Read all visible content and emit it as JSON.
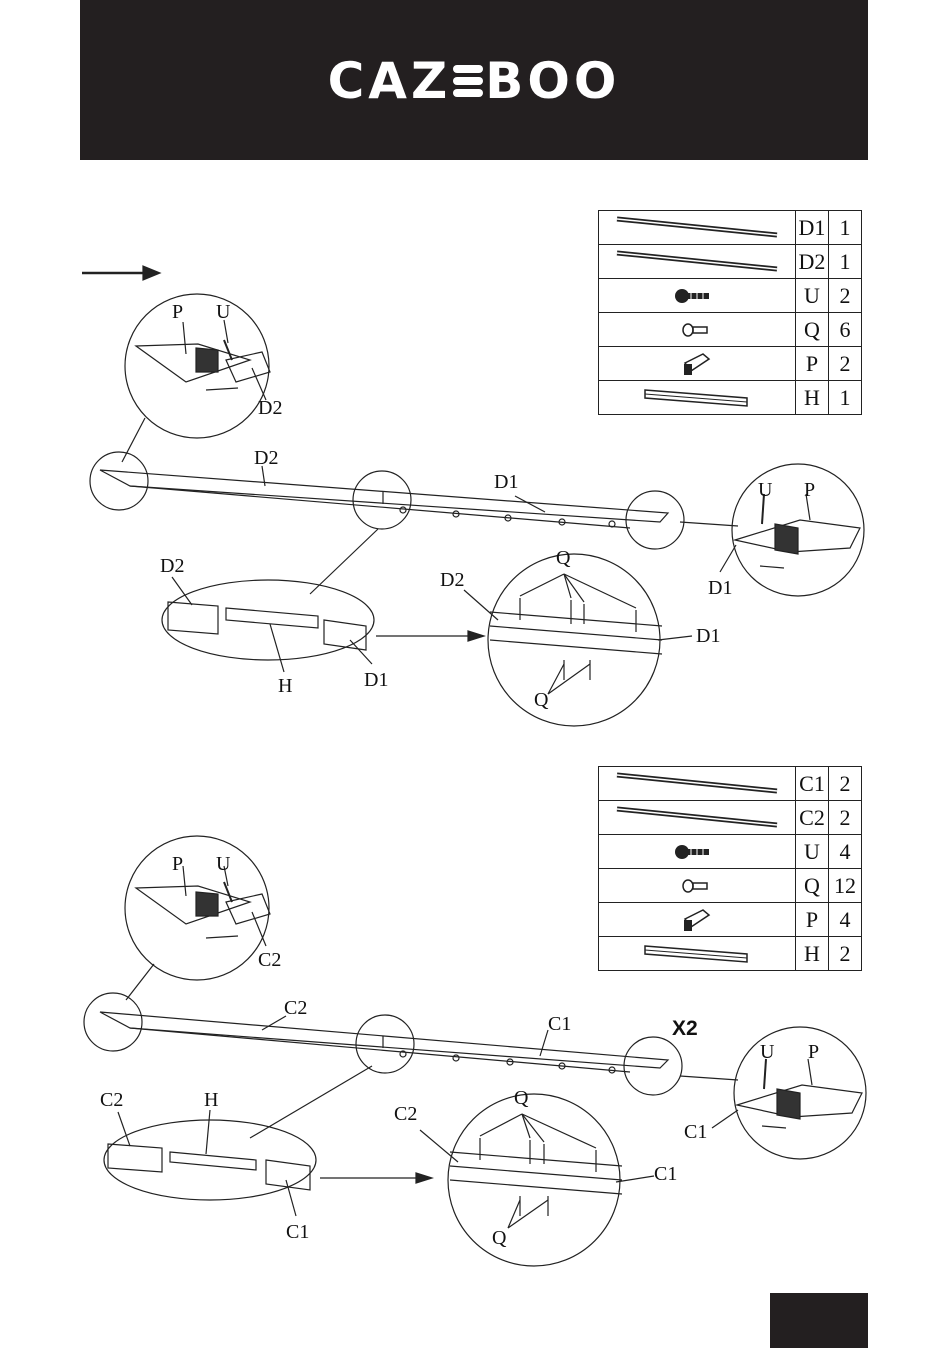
{
  "header": {
    "brand_left": "CAZ",
    "brand_right": "BOO"
  },
  "step1": {
    "parts": [
      {
        "icon": "beam-d1-icon",
        "code": "D1",
        "qty": "1"
      },
      {
        "icon": "beam-d2-icon",
        "code": "D2",
        "qty": "1"
      },
      {
        "icon": "screw-u-icon",
        "code": "U",
        "qty": "2"
      },
      {
        "icon": "bolt-q-icon",
        "code": "Q",
        "qty": "6"
      },
      {
        "icon": "connector-p-icon",
        "code": "P",
        "qty": "2"
      },
      {
        "icon": "joiner-h-icon",
        "code": "H",
        "qty": "1"
      }
    ],
    "labels": {
      "p": "P",
      "u": "U",
      "d1": "D1",
      "d2": "D2",
      "q": "Q",
      "h": "H"
    }
  },
  "step2": {
    "parts": [
      {
        "icon": "beam-c1-icon",
        "code": "C1",
        "qty": "2"
      },
      {
        "icon": "beam-c2-icon",
        "code": "C2",
        "qty": "2"
      },
      {
        "icon": "screw-u-icon",
        "code": "U",
        "qty": "4"
      },
      {
        "icon": "bolt-q-icon",
        "code": "Q",
        "qty": "12"
      },
      {
        "icon": "connector-p-icon",
        "code": "P",
        "qty": "4"
      },
      {
        "icon": "joiner-h-icon",
        "code": "H",
        "qty": "2"
      }
    ],
    "labels": {
      "p": "P",
      "u": "U",
      "c1": "C1",
      "c2": "C2",
      "q": "Q",
      "h": "H"
    },
    "multiplier": "X2"
  }
}
